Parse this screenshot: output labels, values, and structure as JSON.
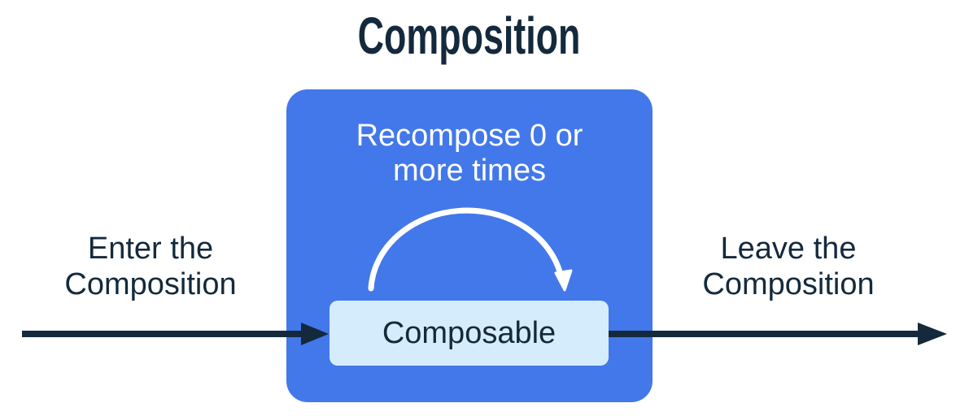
{
  "title": "Composition",
  "labels": {
    "recompose": "Recompose 0 or\nmore times",
    "composable": "Composable",
    "enter": "Enter the\nComposition",
    "leave": "Leave the\nComposition"
  },
  "colors": {
    "page_bg": "#FFFFFF",
    "box_blue": "#4278EA",
    "composable_bg": "#D5ECFC",
    "ink": "#14293C",
    "arc_white": "#FFFFFF"
  },
  "icons": {
    "enter_arrow": "right-arrow",
    "leave_arrow": "right-arrow",
    "recompose_loop": "clockwise-arc-arrow"
  }
}
